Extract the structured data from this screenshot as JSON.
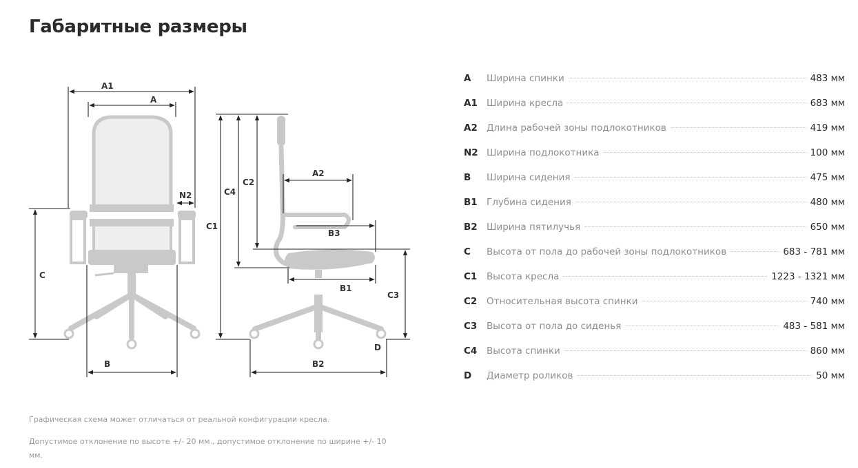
{
  "title": "Габаритные размеры",
  "dimension_labels": {
    "A1": "A1",
    "A": "A",
    "N2": "N2",
    "C": "C",
    "B": "B",
    "C1": "C1",
    "C4": "C4",
    "C2": "C2",
    "A2": "A2",
    "B3": "B3",
    "B1": "B1",
    "C3": "C3",
    "B2": "B2",
    "D": "D"
  },
  "specs": [
    {
      "code": "A",
      "name": "Ширина спинки",
      "value": "483 мм"
    },
    {
      "code": "A1",
      "name": "Ширина кресла",
      "value": "683 мм"
    },
    {
      "code": "A2",
      "name": "Длина рабочей зоны подлокотников",
      "value": "419 мм"
    },
    {
      "code": "N2",
      "name": "Ширина подлокотника",
      "value": "100 мм"
    },
    {
      "code": "B",
      "name": "Ширина сидения",
      "value": "475 мм"
    },
    {
      "code": "B1",
      "name": "Глубина сидения",
      "value": "480 мм"
    },
    {
      "code": "B2",
      "name": "Ширина пятилучья",
      "value": "650 мм"
    },
    {
      "code": "C",
      "name": "Высота от пола до рабочей зоны подлокотников",
      "value": "683 - 781 мм"
    },
    {
      "code": "C1",
      "name": "Высота кресла",
      "value": "1223 - 1321 мм"
    },
    {
      "code": "C2",
      "name": "Относительная высота спинки",
      "value": "740 мм"
    },
    {
      "code": "C3",
      "name": "Высота от пола до сиденья",
      "value": "483 - 581 мм"
    },
    {
      "code": "C4",
      "name": "Высота спинки",
      "value": "860 мм"
    },
    {
      "code": "D",
      "name": "Диаметр роликов",
      "value": "50 мм"
    }
  ],
  "notes": [
    "Графическая схема может отличаться от реальной конфигурации кресла.",
    "Допустимое отклонение по высоте +/- 20 мм., допустимое отклонение по ширине +/- 10 мм."
  ]
}
